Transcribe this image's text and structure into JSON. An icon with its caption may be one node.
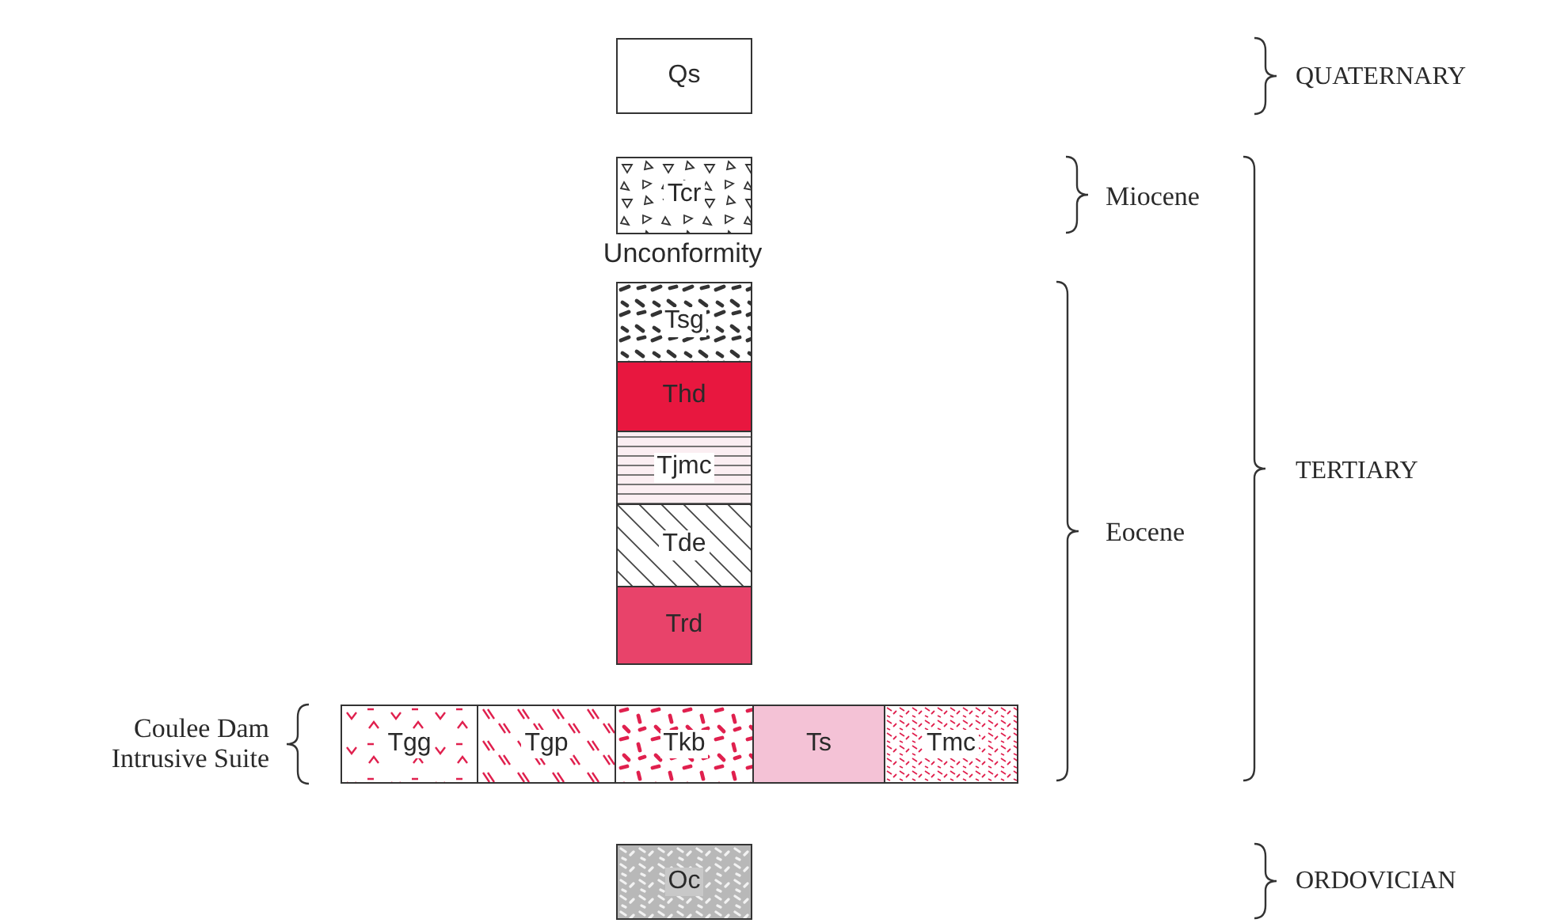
{
  "diagram": {
    "nodes": [
      {
        "text": [
          "Qs"
        ]
      },
      {
        "text": [
          "Tcr"
        ]
      },
      {
        "text": [
          "Tsg"
        ]
      },
      {
        "text": [
          "Thd"
        ]
      },
      {
        "text": [
          "Tjmc"
        ]
      },
      {
        "text": [
          "Tde"
        ]
      },
      {
        "text": [
          "Trd"
        ]
      },
      {
        "text": [
          "Tgg"
        ]
      },
      {
        "text": [
          "Tgp"
        ]
      },
      {
        "text": [
          "Tkb"
        ]
      },
      {
        "text": [
          "Ts"
        ]
      },
      {
        "text": [
          "Tmc"
        ]
      },
      {
        "text": [
          "Oc"
        ]
      }
    ],
    "labels": [
      "QUATERNARY",
      "Miocene",
      "Unconformity",
      "TERTIARY",
      "Eocene",
      "Coulee Dam Intrusive Suite",
      "ORDOVICIAN"
    ]
  }
}
